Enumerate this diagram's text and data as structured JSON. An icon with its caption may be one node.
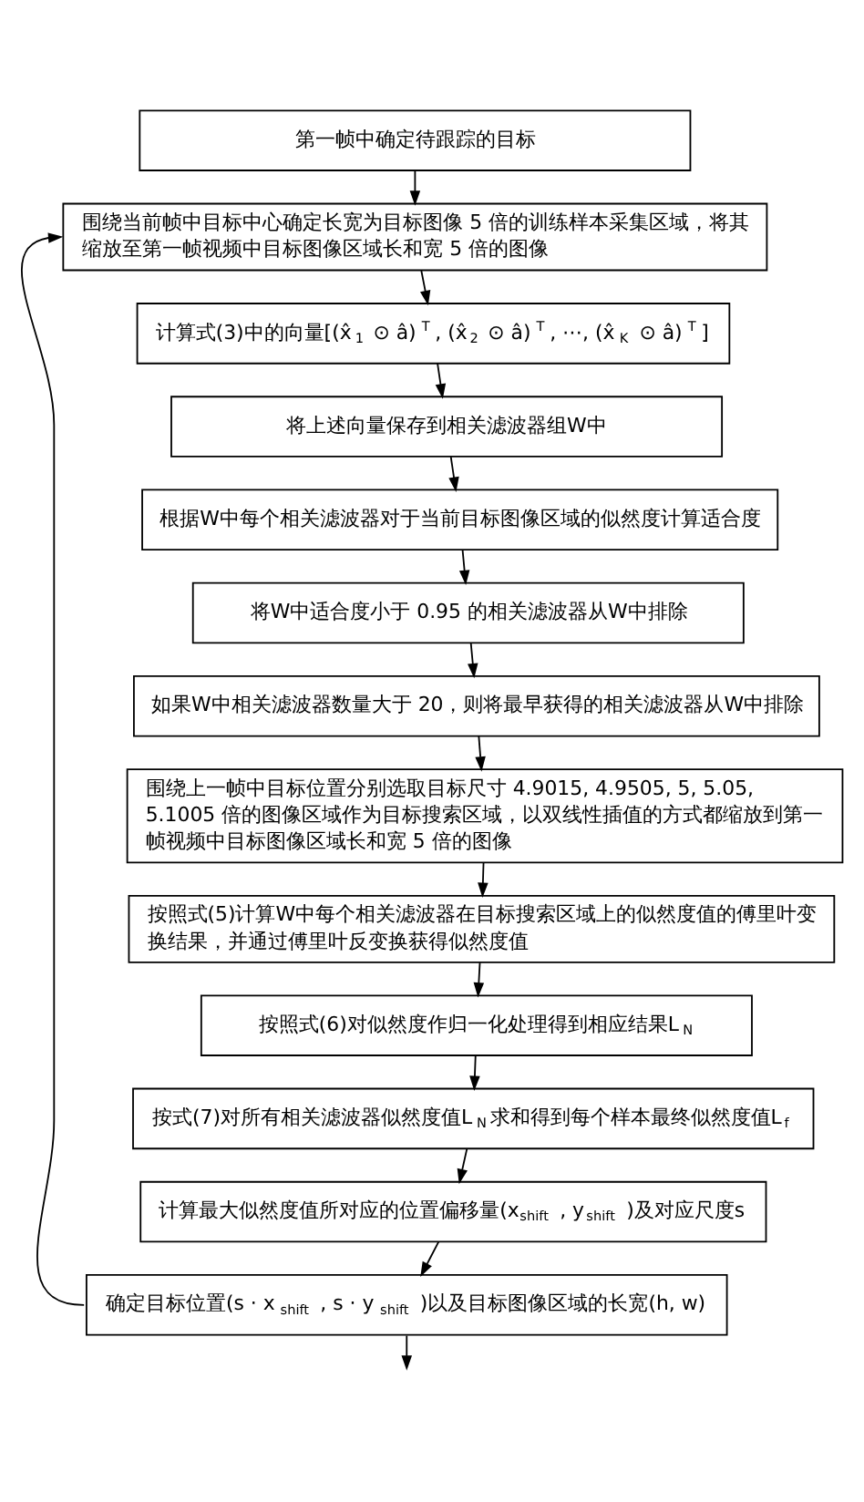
{
  "diagram": {
    "nodes": [
      {
        "text": [
          "第一帧中确定待跟踪的目标"
        ]
      },
      {
        "text": [
          "围绕当前帧中目标中心确定长宽为目标图像 5 倍的训练样本采集区域，将其缩放至第一帧视频中目标图像区域长和宽 5 倍的图像"
        ]
      },
      {
        "text": [
          "计算式(3)中的向量[(x̂$_{1}$ ⊙ â)$^{T}$, (x̂$_{2}$ ⊙ â)$^{T}$, ⋯, (x̂$_{K}$ ⊙ â)$^{T}$]"
        ]
      },
      {
        "text": [
          "将上述向量保存到相关滤波器组W中"
        ]
      },
      {
        "text": [
          "根据W中每个相关滤波器对于当前目标图像区域的似然度计算适合度"
        ]
      },
      {
        "text": [
          "将W中适合度小于 0.95 的相关滤波器从W中排除"
        ]
      },
      {
        "text": [
          "如果W中相关滤波器数量大于 20，则将最早获得的相关滤波器从W中排除"
        ]
      },
      {
        "text": [
          "围绕上一帧中目标位置分别选取目标尺寸 4.9015, 4.9505, 5, 5.05, 5.1005 倍的图像区域作为目标搜索区域，以双线性插值的方式都缩放到第一帧视频中目标图像区域长和宽 5 倍的图像"
        ]
      },
      {
        "text": [
          "按照式(5)计算W中每个相关滤波器在目标搜索区域上的似然度值的傅里叶变换结果，并通过傅里叶反变换获得似然度值"
        ]
      },
      {
        "text": [
          "按照式(6)对似然度作归一化处理得到相应结果L$_{N}$"
        ]
      },
      {
        "text": [
          "按式(7)对所有相关滤波器似然度值L$_{N}$求和得到每个样本最终似然度值L$_{f}$"
        ]
      },
      {
        "text": [
          "计算最大似然度值所对应的位置偏移量(x$_{shift}$, y$_{shift}$)及对应尺度s"
        ]
      },
      {
        "text": [
          "确定目标位置(s · x$_{shift}$, s · y$_{shift}$)以及目标图像区域的长宽(h, w)"
        ]
      }
    ],
    "edges": [
      {
        "from": 0,
        "to": 1,
        "arrow": "to"
      },
      {
        "from": 1,
        "to": 2,
        "arrow": "to"
      },
      {
        "from": 2,
        "to": 3,
        "arrow": "to"
      },
      {
        "from": 3,
        "to": 4,
        "arrow": "to"
      },
      {
        "from": 4,
        "to": 5,
        "arrow": "to"
      },
      {
        "from": 5,
        "to": 6,
        "arrow": "to"
      },
      {
        "from": 6,
        "to": 7,
        "arrow": "to"
      },
      {
        "from": 7,
        "to": 8,
        "arrow": "to"
      },
      {
        "from": 8,
        "to": 9,
        "arrow": "to"
      },
      {
        "from": 9,
        "to": 10,
        "arrow": "to"
      },
      {
        "from": 10,
        "to": 11,
        "arrow": "to"
      },
      {
        "from": 11,
        "to": 12,
        "arrow": "to"
      },
      {
        "from": 12,
        "to": 1,
        "arrow": "to"
      },
      {
        "from": 12,
        "to": null,
        "arrow": "to"
      }
    ]
  }
}
